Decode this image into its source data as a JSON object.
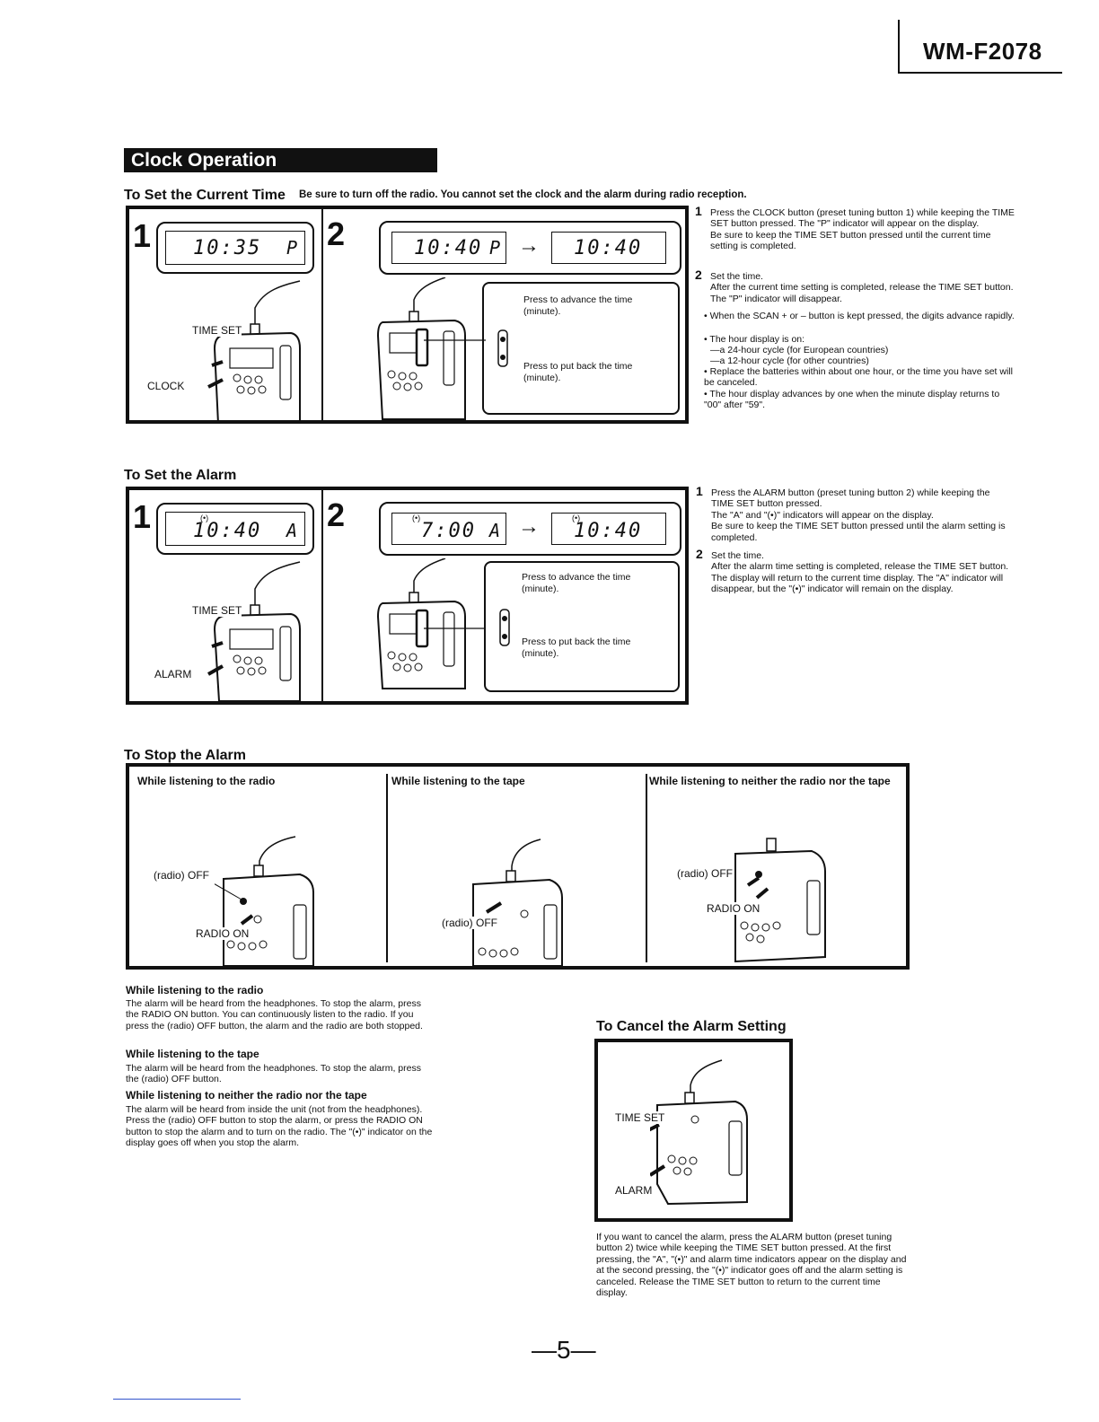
{
  "header": {
    "model": "WM-F2078"
  },
  "section_title": "Clock Operation",
  "set_time": {
    "heading": "To Set the Current Time",
    "note": "Be sure to turn off the radio. You cannot set the clock and the alarm during radio reception.",
    "step1_num": "1",
    "step2_num": "2",
    "lcd1": {
      "time": "10:35",
      "indicator": "P"
    },
    "lcd2a": {
      "time": "10:40",
      "indicator": "P"
    },
    "lcd2b": {
      "time": "10:40"
    },
    "arrow": "→",
    "label_time_set": "TIME SET",
    "label_clock": "CLOCK",
    "callout_advance": "Press to advance the time (minute).",
    "callout_back": "Press to put back the time (minute).",
    "steps": [
      {
        "num": "1",
        "text": "Press the CLOCK button (preset tuning button 1) while keeping the TIME SET button pressed. The \"P\" indicator will appear on the display.",
        "text2": "Be sure to keep the TIME SET button pressed until the current time setting is completed."
      },
      {
        "num": "2",
        "text": "Set the time.",
        "text2": "After the current time setting is completed, release the TIME SET button. The \"P\" indicator will disappear."
      }
    ],
    "bullets": [
      "• When the SCAN + or – button is kept pressed, the digits advance rapidly.",
      "• The hour display is on:",
      "—a 24-hour cycle (for European countries)",
      "—a 12-hour cycle (for other countries)",
      "• Replace the batteries within about one hour, or the time you have set will be canceled.",
      "• The hour display advances by one when the minute display returns to \"00\" after \"59\"."
    ]
  },
  "set_alarm": {
    "heading": "To Set the Alarm",
    "step1_num": "1",
    "step2_num": "2",
    "alarm_sym": "(•)",
    "lcd1": {
      "time": "10:40",
      "indicator": "A"
    },
    "lcd2a": {
      "time": "7:00",
      "indicator": "A"
    },
    "lcd2b": {
      "time": "10:40"
    },
    "arrow": "→",
    "label_time_set": "TIME SET",
    "label_alarm": "ALARM",
    "callout_advance": "Press to advance the time (minute).",
    "callout_back": "Press to put back the time (minute).",
    "steps": [
      {
        "num": "1",
        "text": "Press the ALARM button (preset tuning button 2) while keeping the TIME SET button pressed.",
        "text2": "The \"A\" and \"(•)\" indicators will appear on the display.",
        "text3": "Be sure to keep the TIME SET button pressed until the alarm setting is completed."
      },
      {
        "num": "2",
        "text": "Set the time.",
        "text2": "After the alarm time setting is completed, release the TIME SET button. The display will return to the current time display. The \"A\" indicator will disappear, but the \"(•)\" indicator will remain on the display."
      }
    ]
  },
  "stop_alarm": {
    "heading": "To Stop the Alarm",
    "columns": [
      {
        "head": "While listening to the radio",
        "label_off": "(radio) OFF",
        "label_on": "RADIO ON"
      },
      {
        "head": "While listening to the tape",
        "label_off": "(radio) OFF"
      },
      {
        "head": "While listening to neither the radio nor the tape",
        "label_off": "(radio) OFF",
        "label_on": "RADIO ON"
      }
    ],
    "paras": [
      {
        "head": "While listening to the radio",
        "text": "The alarm will be heard from the headphones. To stop the alarm, press the RADIO ON button. You can continuously listen to the radio. If you press the (radio) OFF button, the alarm and the radio are both stopped."
      },
      {
        "head": "While listening to the tape",
        "text": "The alarm will be heard from the headphones. To stop the alarm, press the (radio) OFF button."
      },
      {
        "head": "While listening to neither the radio nor the tape",
        "text": "The alarm will be heard from inside the unit (not from the headphones). Press the (radio) OFF button to stop the alarm, or press the RADIO ON button to stop the alarm and to turn on the radio. The \"(•)\" indicator on the display goes off when you stop the alarm."
      }
    ]
  },
  "cancel_alarm": {
    "heading": "To Cancel the Alarm Setting",
    "label_time_set": "TIME SET",
    "label_alarm": "ALARM",
    "text": "If you want to cancel the alarm, press the ALARM button (preset tuning button 2) twice while keeping the TIME SET button pressed. At the first pressing, the \"A\", \"(•)\" and alarm time indicators appear on the display and at the second pressing, the \"(•)\" indicator goes off and the alarm setting is canceled. Release the TIME SET button to return to the current time display."
  },
  "page_number": "—5—"
}
